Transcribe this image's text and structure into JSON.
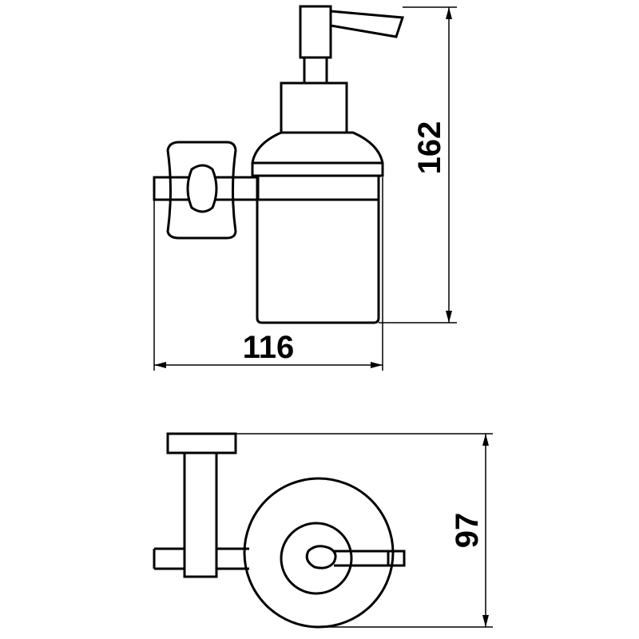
{
  "dimensions": {
    "width": "116",
    "height": "162",
    "depth": "97"
  }
}
